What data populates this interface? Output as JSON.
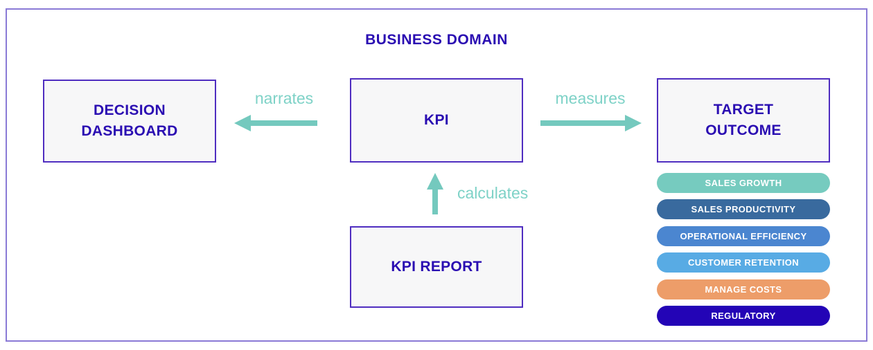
{
  "title": "BUSINESS DOMAIN",
  "nodes": {
    "decision_dashboard": {
      "label": "DECISION\nDASHBOARD"
    },
    "kpi": {
      "label": "KPI"
    },
    "target_outcome": {
      "label": "TARGET\nOUTCOME"
    },
    "kpi_report": {
      "label": "KPI REPORT"
    }
  },
  "edges": {
    "narrates": {
      "label": "narrates",
      "from": "KPI",
      "to": "DECISION DASHBOARD",
      "direction": "left"
    },
    "measures": {
      "label": "measures",
      "from": "KPI",
      "to": "TARGET OUTCOME",
      "direction": "right"
    },
    "calculates": {
      "label": "calculates",
      "from": "KPI REPORT",
      "to": "KPI",
      "direction": "up"
    }
  },
  "target_categories": [
    {
      "label": "SALES GROWTH",
      "color": "#76cbbf"
    },
    {
      "label": "SALES PRODUCTIVITY",
      "color": "#396a9e"
    },
    {
      "label": "OPERATIONAL EFFICIENCY",
      "color": "#4b86d0"
    },
    {
      "label": "CUSTOMER RETENTION",
      "color": "#58abe4"
    },
    {
      "label": "MANAGE COSTS",
      "color": "#ed9d69"
    },
    {
      "label": "REGULATORY",
      "color": "#2304b6"
    }
  ],
  "colors": {
    "frame-border": "#8a7ad6",
    "node-border": "#4f2dc0",
    "node-fill": "#f7f7f8",
    "heading-text": "#2a0db2",
    "arrow": "#74c9be",
    "arrow-label": "#7ed2c7",
    "pill-text": "#ffffff"
  }
}
